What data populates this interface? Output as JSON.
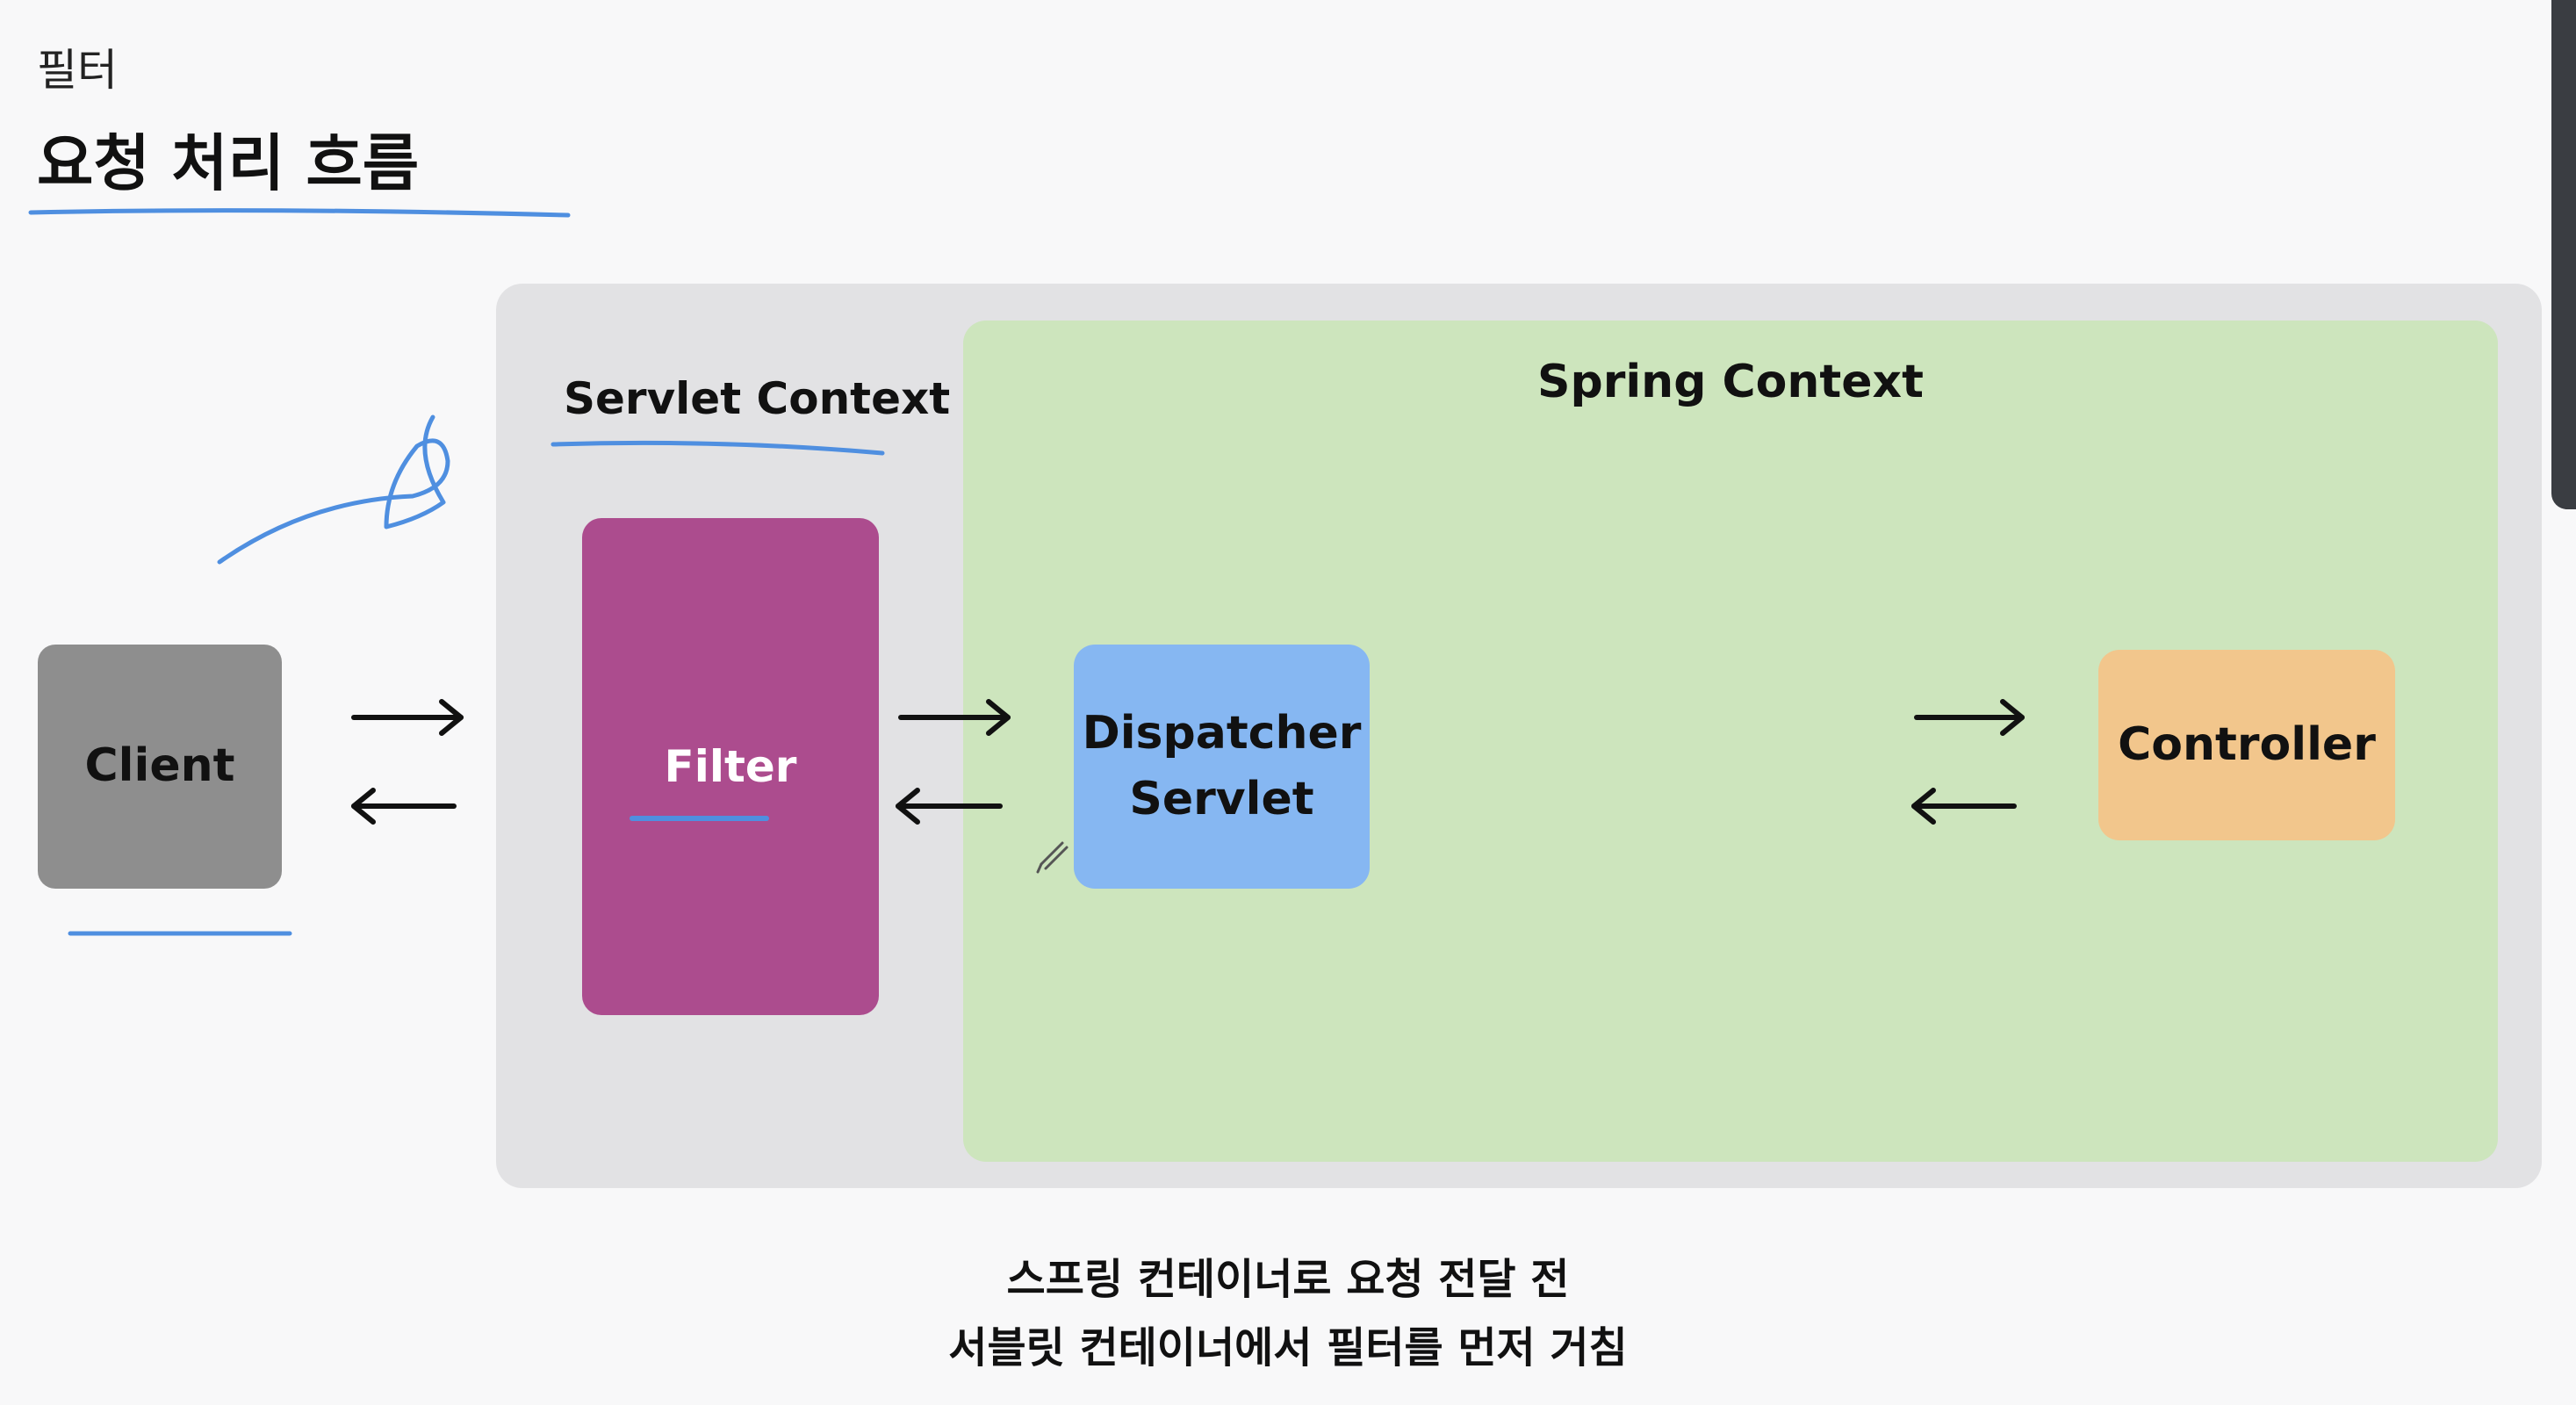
{
  "slide": {
    "subtitle": "필터",
    "title": "요청 처리 흐름"
  },
  "diagram": {
    "servlet_context_label": "Servlet Context",
    "spring_context_label": "Spring Context",
    "client_label": "Client",
    "filter_label": "Filter",
    "dispatcher_label_line1": "Dispatcher",
    "dispatcher_label_line2": "Servlet",
    "controller_label": "Controller"
  },
  "caption": {
    "line1": "스프링 컨테이너로 요청 전달 전",
    "line2": "서블릿 컨테이너에서 필터를 먼저 거침"
  },
  "colors": {
    "servlet_context_bg": "#e2e2e4",
    "spring_context_bg": "#cde5bd",
    "client_bg": "#8e8e8e",
    "filter_bg": "#ac4c8e",
    "dispatcher_bg": "#86b7f2",
    "controller_bg": "#f2c68c",
    "annotation_pen": "#4f8fe0"
  }
}
